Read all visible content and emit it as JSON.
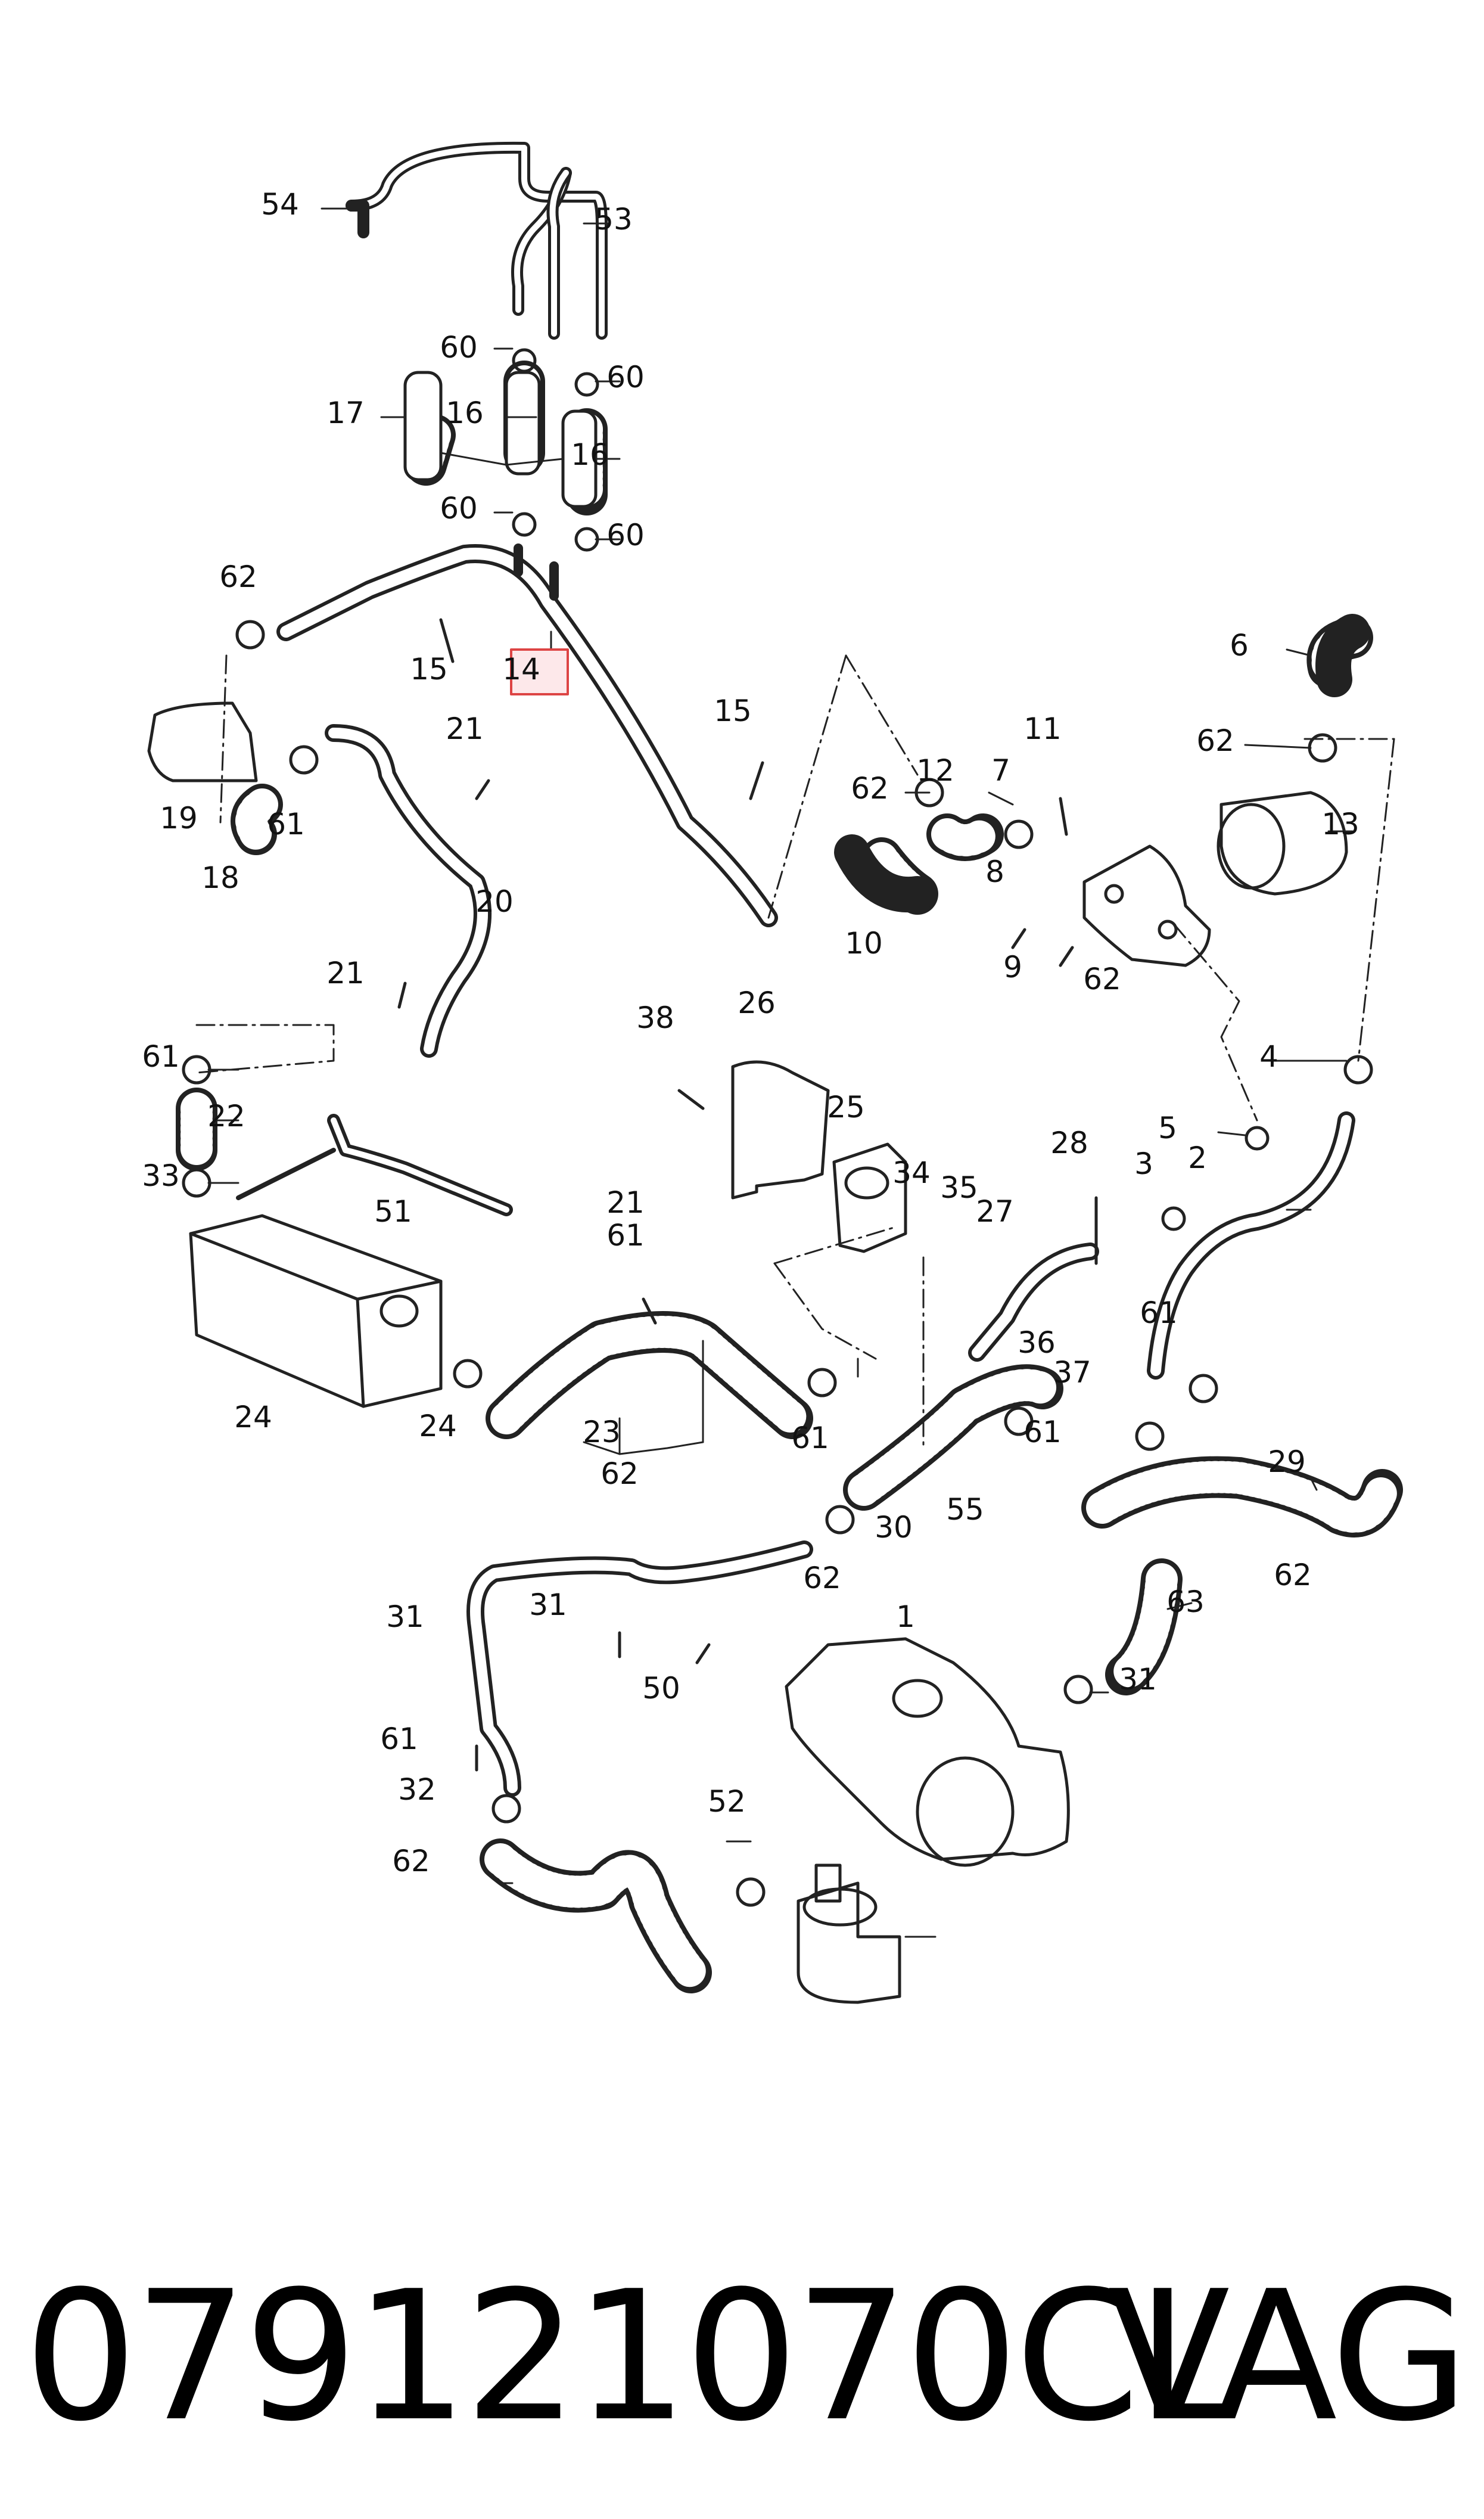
{
  "diagram": {
    "highlighted_part": "14",
    "part_labels": [
      "54",
      "53",
      "60",
      "60",
      "16",
      "17",
      "16",
      "60",
      "60",
      "62",
      "15",
      "14",
      "15",
      "21",
      "19",
      "61",
      "18",
      "20",
      "21",
      "6",
      "62",
      "11",
      "12",
      "62",
      "7",
      "13",
      "10",
      "8",
      "9",
      "62",
      "4",
      "5",
      "2",
      "3",
      "38",
      "26",
      "25",
      "34",
      "35",
      "28",
      "27",
      "36",
      "37",
      "61",
      "22",
      "61",
      "33",
      "51",
      "24",
      "21",
      "61",
      "24",
      "23",
      "62",
      "61",
      "62",
      "55",
      "29",
      "62",
      "61",
      "30",
      "31",
      "31",
      "50",
      "1",
      "63",
      "31",
      "61",
      "32",
      "62",
      "52"
    ]
  },
  "caption": {
    "part_number": "079121070CL",
    "brand": "VAG"
  }
}
